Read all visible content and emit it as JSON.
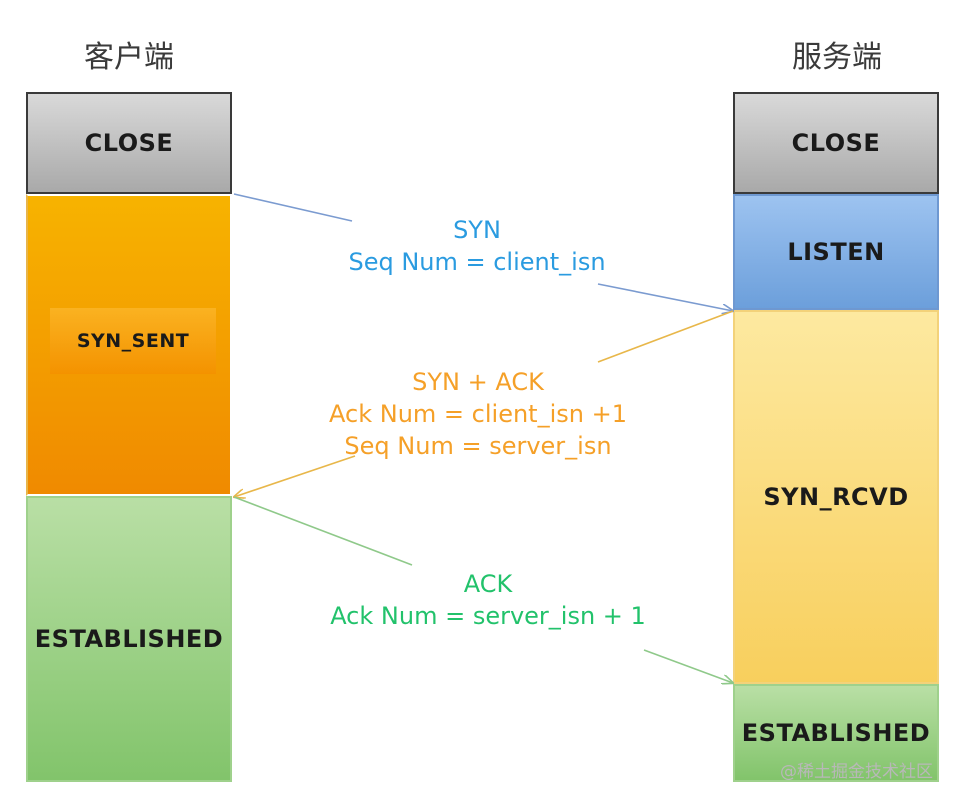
{
  "client": {
    "title": "客户端",
    "states": {
      "close": "CLOSE",
      "syn_sent": "SYN_SENT",
      "established": "ESTABLISHED"
    }
  },
  "server": {
    "title": "服务端",
    "states": {
      "close": "CLOSE",
      "listen": "LISTEN",
      "syn_rcvd": "SYN_RCVD",
      "established": "ESTABLISHED"
    }
  },
  "messages": {
    "syn": {
      "line1": "SYN",
      "line2": "Seq Num = client_isn"
    },
    "synack": {
      "line1": "SYN + ACK",
      "line2": "Ack Num =  client_isn +1",
      "line3": "Seq Num = server_isn"
    },
    "ack": {
      "line1": "ACK",
      "line2": "Ack Num = server_isn + 1"
    }
  },
  "colors": {
    "syn": "#2a9be0",
    "synack": "#f5a028",
    "ack": "#22c26b",
    "syn_arrow": "#7b9bd0",
    "synack_arrow": "#e8b74a",
    "ack_arrow": "#8fc98a"
  },
  "watermark": "@稀土掘金技术社区"
}
